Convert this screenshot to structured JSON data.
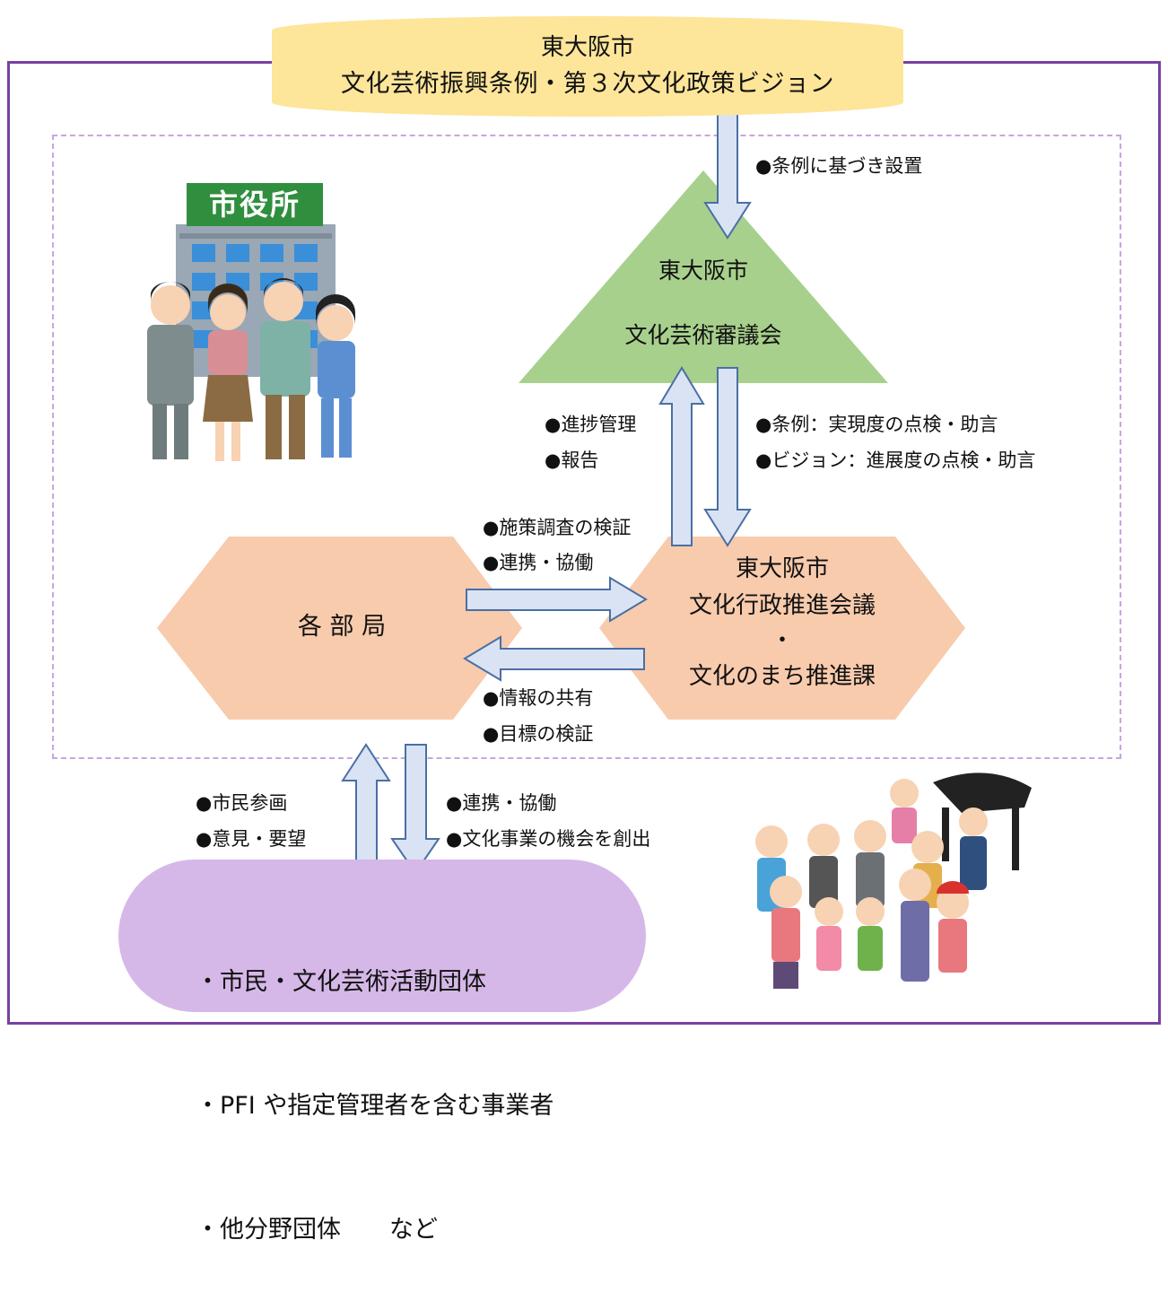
{
  "banner": {
    "line1": "東大阪市",
    "line2": "文化芸術振興条例・第３次文化政策ビジョン"
  },
  "council": {
    "line1": "東大阪市",
    "line2": "文化芸術審議会"
  },
  "labels": {
    "establish": "●条例に基づき設置",
    "progress": "●進捗管理",
    "report": "●報告",
    "ordinance_check": "●条例：実現度の点検・助言",
    "vision_check": "●ビジョン：進展度の点検・助言",
    "policy_verify": "●施策調査の検証",
    "cooperation_top": "●連携・協働",
    "info_share": "●情報の共有",
    "goal_verify": "●目標の検証",
    "citizen_participation": "●市民参画",
    "opinion_request": "●意見・要望",
    "cooperation_bottom": "●連携・協働",
    "create_opportunity": "●文化事業の機会を創出"
  },
  "departments": {
    "label": "各 部 局"
  },
  "promotion": {
    "line1": "東大阪市",
    "line2": "文化行政推進会議",
    "line3": "・",
    "line4": "文化のまち推進課"
  },
  "city_hall_sign": "市役所",
  "stakeholders": {
    "line1": "・市民・文化芸術活動団体",
    "line2": "・PFI や指定管理者を含む事業者",
    "line3": "・他分野団体　　など"
  },
  "colors": {
    "frame": "#7a3fa0",
    "banner": "#fde59a",
    "triangle": "#a8d08d",
    "hexagon": "#f8cbad",
    "pill": "#d5b8e8",
    "arrow_fill": "#dae3f3",
    "arrow_stroke": "#4a6fa5"
  }
}
